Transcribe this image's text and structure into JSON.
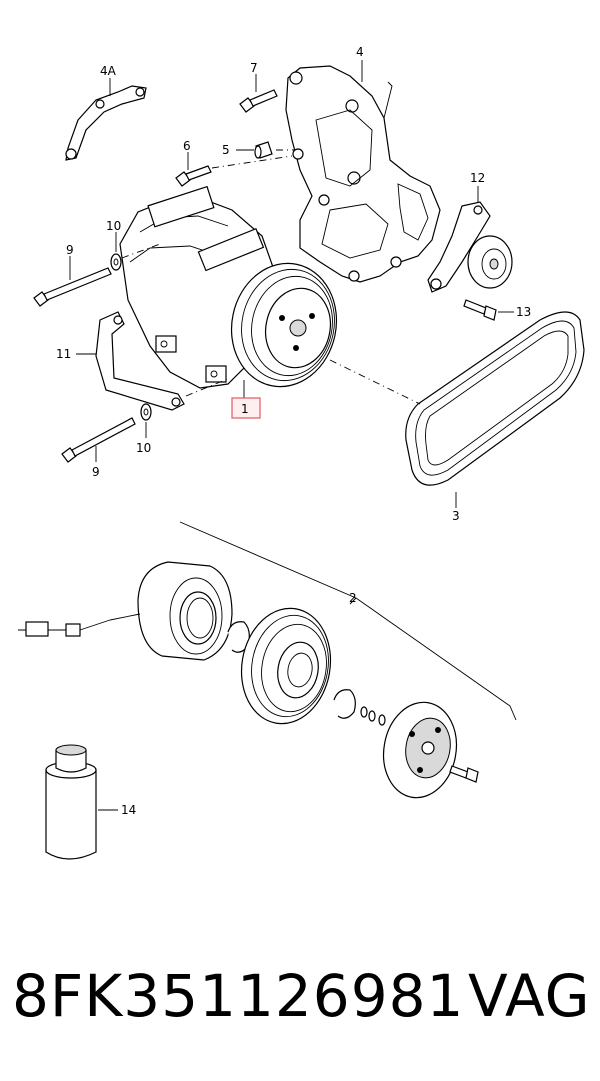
{
  "callouts": {
    "c1": "1",
    "c2": "2",
    "c3": "3",
    "c4": "4",
    "c4a": "4A",
    "c5": "5",
    "c6": "6",
    "c7": "7",
    "c9_top": "9",
    "c9_bottom": "9",
    "c10_top": "10",
    "c10_bottom": "10",
    "c11": "11",
    "c12": "12",
    "c13": "13",
    "c14": "14"
  },
  "highlight_color": "#e05a64",
  "footer": {
    "part_number": "8FK351126981",
    "brand": "VAG"
  }
}
